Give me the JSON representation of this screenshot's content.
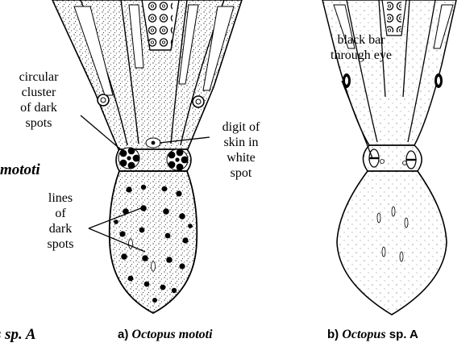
{
  "labels": {
    "cluster": [
      "circular",
      "cluster",
      "of dark",
      "spots"
    ],
    "digit": [
      "digit of",
      "skin in",
      "white",
      "spot"
    ],
    "lines": [
      "lines",
      "of",
      "dark",
      "spots"
    ],
    "bar": [
      "black bar",
      "through eye"
    ]
  },
  "side_text": {
    "mototi": "mototi",
    "sp_a": "s sp. A"
  },
  "captions": {
    "a_prefix": "a) ",
    "a_name": "Octopus mototi",
    "b_prefix": "b)  ",
    "b_name": "Octopus",
    "b_suffix": " sp. A"
  },
  "colors": {
    "ink": "#000000",
    "paper": "#ffffff"
  }
}
